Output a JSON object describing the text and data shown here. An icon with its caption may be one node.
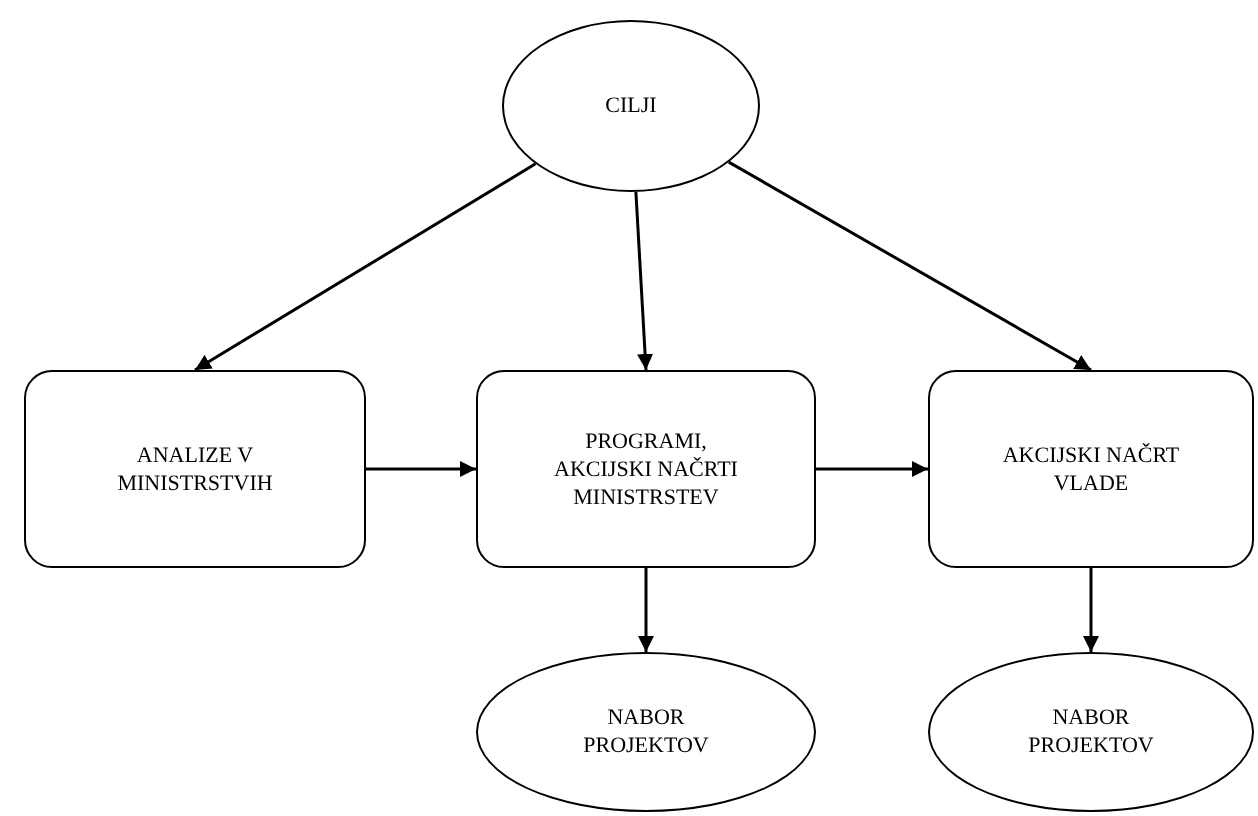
{
  "diagram": {
    "nodes": [
      {
        "text": [
          "CILJI"
        ]
      },
      {
        "text": [
          "ANALIZE V MINISTRSTVIH"
        ]
      },
      {
        "text": [
          "PROGRAMI, AKCIJSKI NAČRTI MINISTRSTEV"
        ]
      },
      {
        "text": [
          "AKCIJSKI NAČRT VLADE"
        ]
      },
      {
        "text": [
          "NABOR PROJEKTOV"
        ]
      },
      {
        "text": [
          "NABOR PROJEKTOV"
        ]
      }
    ],
    "edges": [
      {
        "from": 0,
        "to": 1,
        "arrow": "to"
      },
      {
        "from": 0,
        "to": 2,
        "arrow": "to"
      },
      {
        "from": 0,
        "to": 3,
        "arrow": "to"
      },
      {
        "from": 1,
        "to": 2,
        "arrow": "to"
      },
      {
        "from": 2,
        "to": 3,
        "arrow": "to"
      },
      {
        "from": 2,
        "to": 4,
        "arrow": "to"
      },
      {
        "from": 3,
        "to": 5,
        "arrow": "to"
      }
    ]
  }
}
